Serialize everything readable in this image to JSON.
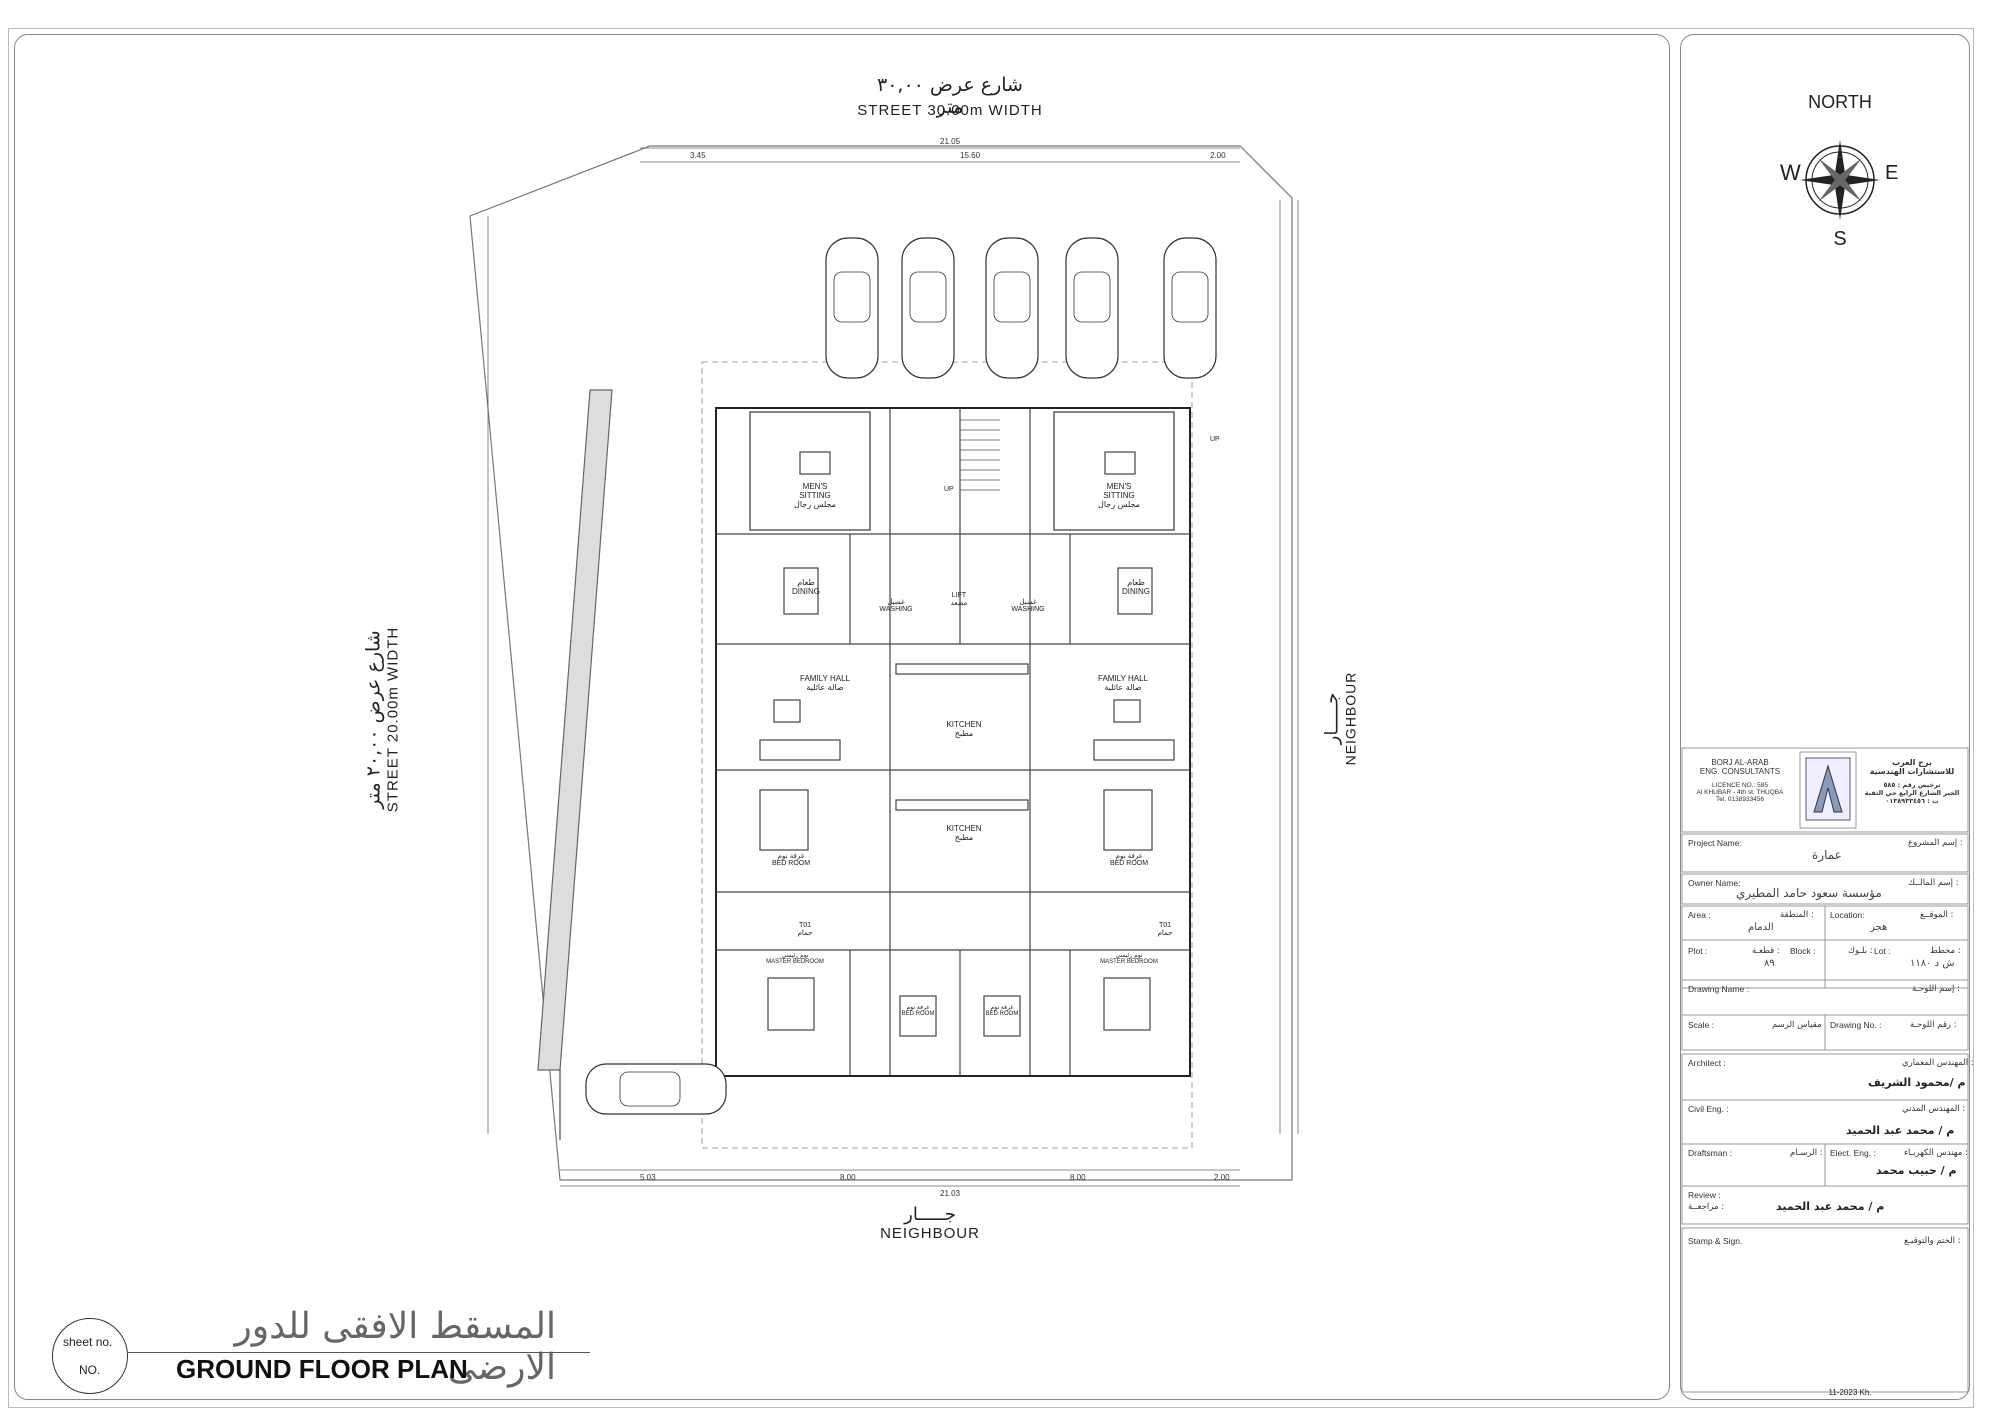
{
  "street_top": {
    "ar": "شارع عرض ٣٠,٠٠ متر",
    "en": "STREET 30.00m WIDTH"
  },
  "street_left": {
    "ar": "شارع عرض ٢٠,٠٠ متر",
    "en": "STREET 20.00m WIDTH"
  },
  "neighbour_right": {
    "ar": "جـــــار",
    "en": "NEIGHBOUR"
  },
  "neighbour_bottom": {
    "ar": "جـــــار",
    "en": "NEIGHBOUR"
  },
  "plan_title": {
    "ar": "المسقط الافقى للدور الارضى",
    "en": "GROUND FLOOR PLAN"
  },
  "sheet": {
    "label": "sheet no.",
    "number_label": "NO."
  },
  "compass": {
    "n": "NORTH",
    "w": "W",
    "e": "E",
    "s": "S"
  },
  "top_dims": [
    "21.05",
    "3.45",
    "15.60",
    "2.00"
  ],
  "bottom_dims": [
    "21.03",
    "5.03",
    "8.00",
    "8.00",
    "2.00"
  ],
  "rooms": {
    "mens_sitting_en": "MEN'S SITTING",
    "mens_sitting_ar": "مجلس رجال",
    "dining_ar": "طعام",
    "dining_en": "DINING",
    "washing_ar": "غسيل",
    "washing_en": "WASHING",
    "lift_en": "LIFT",
    "lift_ar": "مصعد",
    "family_hall_en": "FAMILY HALL",
    "family_hall_ar": "صالة عائلية",
    "kitchen_en": "KITCHEN",
    "kitchen_ar": "مطبخ",
    "bedroom_ar": "غرفة نوم",
    "bedroom_en": "BED ROOM",
    "master_bedroom_ar": "نوم رئيسي",
    "master_bedroom_en": "MASTER BEDROOM",
    "toilet_en": "T01",
    "toilet_ar": "حمام",
    "up": "UP"
  },
  "title_block": {
    "firm_en_1": "BORJ AL-ARAB",
    "firm_en_2": "ENG. CONSULTANTS",
    "firm_ar_1": "برج العرب",
    "firm_ar_2": "للاستشارات الهندسية",
    "licence_en": "LICENCE NO.: 585",
    "address_en": "Al KHUBAR - 4th st. THUQBA",
    "tel_en": "Tel. 0138933456",
    "licence_ar": "ترخيص رقم : ٥٨٥",
    "address_ar": "الخبر الشارع الرابع حي الثقبة",
    "tel_ar": "ت : ٠١٣٨٩٣٣٤٥٦",
    "project_name_label": "Project Name:",
    "project_name_label_ar": "إسم المشروع :",
    "project_name": "عمارة",
    "owner_name_label": "Owner Name:",
    "owner_name_label_ar": "إسم المالــك :",
    "owner_name": "مؤسسة سعود حامد المطيري",
    "area_label": "Area :",
    "area_label_ar": "المنطقة :",
    "area": "الدمام",
    "location_label": "Location:",
    "location_label_ar": "الموقــع :",
    "location": "هجر",
    "plot_label": "Plot :",
    "plot_label_ar": "قطعـة :",
    "plot": "٨٩",
    "block_label": "Block :",
    "block_label_ar": "بلـوك :",
    "lot_label": "Lot :",
    "lot_label_ar": "مخطط :",
    "lot": "ش د ١١٨٠",
    "drawing_name_label": "Drawing Name :",
    "drawing_name_label_ar": "إسم اللوحـة :",
    "scale_label": "Scale :",
    "scale_label_ar": "مقياس الرسم",
    "drawing_no_label": "Drawing No. :",
    "drawing_no_label_ar": "رقم اللوحـة :",
    "architect_label": "Architect :",
    "architect_label_ar": "المهندس المعماري :",
    "architect": "م /محمود الشريف",
    "civil_label": "Civil Eng. :",
    "civil_label_ar": "المهندس المدني :",
    "civil": "م / محمد عبد الحميد",
    "draftsman_label": "Draftsman :",
    "draftsman_label_ar": "الرسـام :",
    "elect_label": "Elect. Eng. :",
    "elect_label_ar": "مهندس الكهربـاء :",
    "elect": "م / حبيب محمد",
    "review_label": "Review :",
    "review_label_ar": "مراجعــة :",
    "review": "م / محمد عبد الحميد",
    "stamp_label": "Stamp & Sign.",
    "stamp_label_ar": "الختم والتوقيـع :",
    "date": "11-2023 Kh."
  }
}
